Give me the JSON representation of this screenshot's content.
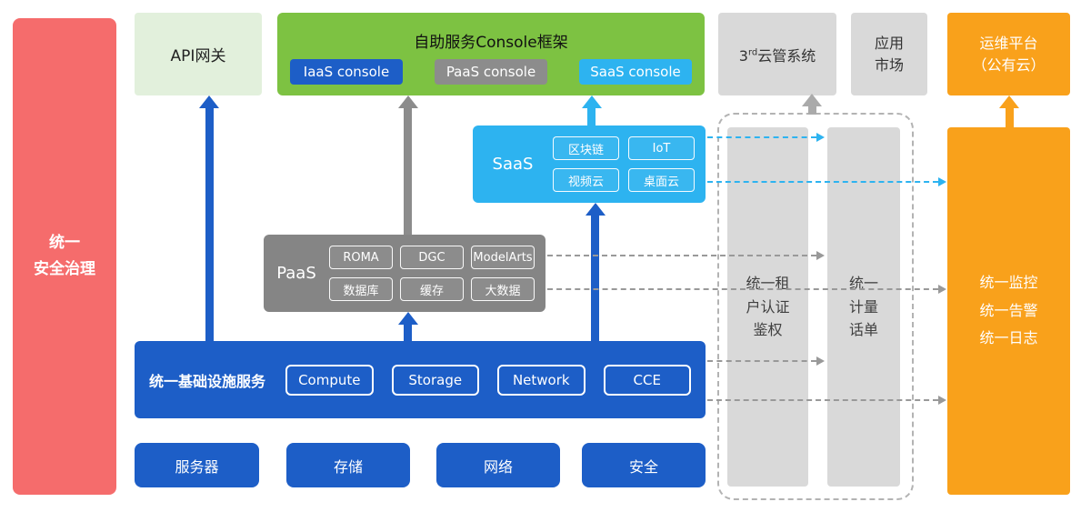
{
  "left_bar": {
    "label": "统一\n安全治理"
  },
  "top": {
    "api_gateway": {
      "label": "API网关"
    },
    "console": {
      "title": "自助服务Console框架",
      "iaas_button": "IaaS console",
      "paas_button": "PaaS console",
      "saas_button": "SaaS console"
    },
    "third_party": {
      "prefix": "3",
      "sup": "rd",
      "rest": "云管系统"
    },
    "app_market": {
      "label": "应用\n市场"
    },
    "ops_platform": {
      "label": "运维平台\n（公有云）"
    }
  },
  "saas": {
    "label": "SaaS",
    "items": [
      "区块链",
      "IoT",
      "视频云",
      "桌面云"
    ]
  },
  "paas": {
    "label": "PaaS",
    "items": [
      "ROMA",
      "DGC",
      "ModelArts",
      "数据库",
      "缓存",
      "大数据"
    ]
  },
  "iaas": {
    "label": "统一基础设施服务",
    "items": [
      "Compute",
      "Storage",
      "Network",
      "CCE"
    ]
  },
  "bottom_row": {
    "items": [
      "服务器",
      "存储",
      "网络",
      "安全"
    ]
  },
  "right": {
    "auth_bar": {
      "label": "统一租\n户认证\n鉴权"
    },
    "billing_bar": {
      "label": "统一\n计量\n话单"
    },
    "monitor_bar": {
      "label": "统一监控\n统一告警\n统一日志"
    }
  },
  "colors": {
    "red": "#f56c6c",
    "light_green": "#e2f0dc",
    "green": "#7dc242",
    "blue": "#1d5ec7",
    "gray": "#858585",
    "cyan": "#2db3f0",
    "light_gray": "#d9d9d9",
    "orange": "#f9a11b"
  }
}
